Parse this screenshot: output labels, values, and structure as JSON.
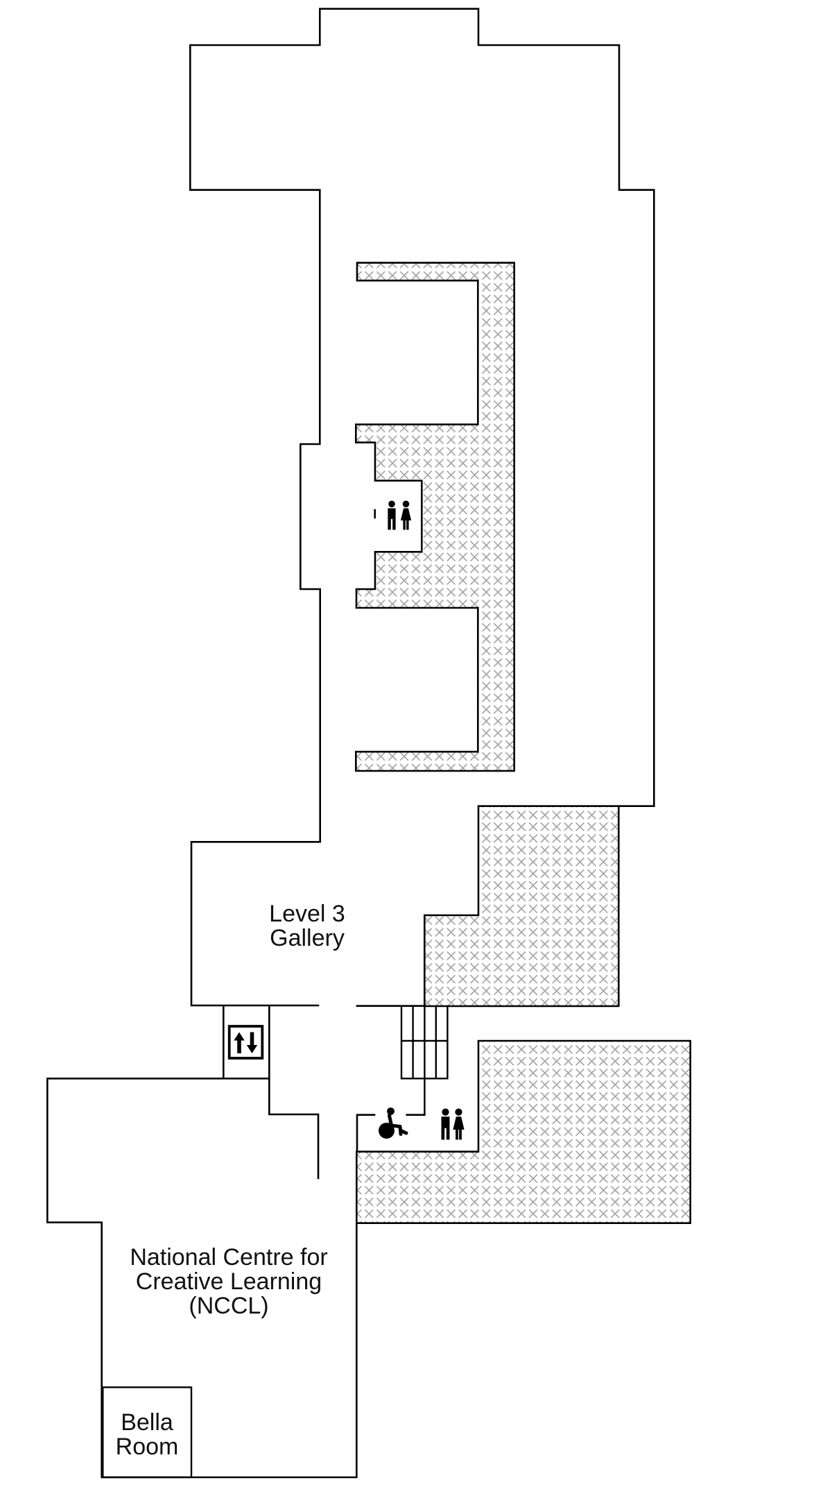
{
  "floor_plan": {
    "background_color": "#ffffff",
    "wall_color": "#000000",
    "hatch_color": "#a6a6a6",
    "text_color": "#111111",
    "label_font_size": 34,
    "rooms": {
      "gallery": {
        "label_lines": [
          "Level 3",
          "Gallery"
        ]
      },
      "nccl": {
        "label_lines": [
          "National Centre for",
          "Creative Learning",
          "(NCCL)"
        ]
      },
      "bella": {
        "label_lines": [
          "Bella",
          "Room"
        ]
      }
    },
    "icons": {
      "lift": "up-down-arrows-in-square",
      "stairs": "stair-treads",
      "accessible_toilet": "wheelchair-symbol",
      "toilets_gallery_level": "man-woman-figures",
      "toilets_nccl_level": "man-woman-figures"
    }
  }
}
